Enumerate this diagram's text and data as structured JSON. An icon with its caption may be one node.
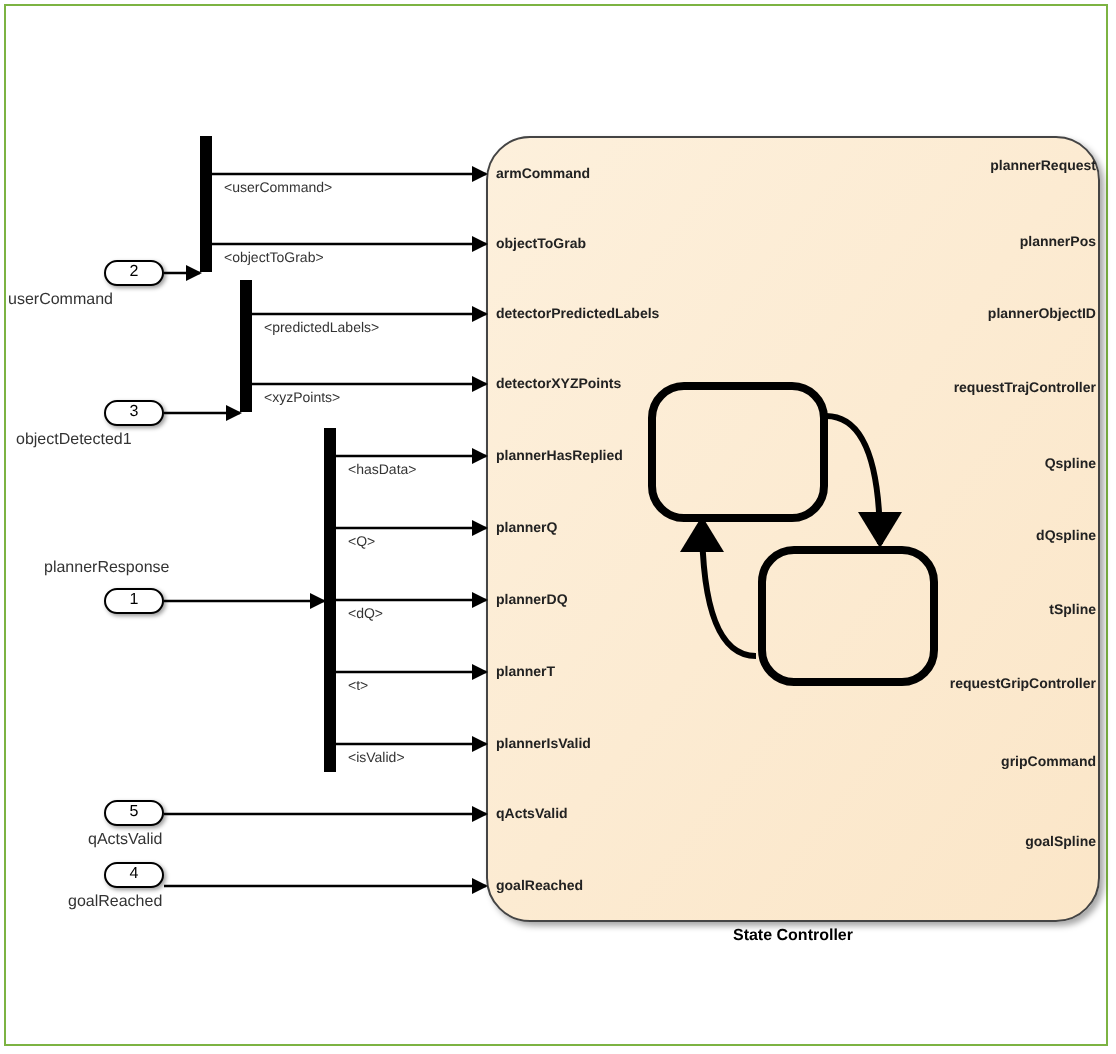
{
  "diagram": {
    "nodes": [
      {
        "text": [
          "2"
        ],
        "beside": [
          "userCommand"
        ]
      },
      {
        "text": [],
        "shape": "bar"
      },
      {
        "text": [
          "3"
        ],
        "beside": [
          "objectDetected1"
        ]
      },
      {
        "text": [],
        "shape": "bar"
      },
      {
        "text": [
          "1"
        ],
        "beside": [
          "plannerResponse"
        ]
      },
      {
        "text": [],
        "shape": "bar"
      },
      {
        "text": [
          "5"
        ],
        "beside": [
          "qActsValid"
        ]
      },
      {
        "text": [
          "4"
        ],
        "beside": [
          "goalReached"
        ]
      },
      {
        "text": [
          "State Controller"
        ]
      },
      {
        "text": [
          "armCommand"
        ],
        "in": 8
      },
      {
        "text": [
          "objectToGrab"
        ],
        "in": 8
      },
      {
        "text": [
          "detectorPredictedLabels"
        ],
        "in": 8
      },
      {
        "text": [
          "detectorXYZPoints"
        ],
        "in": 8
      },
      {
        "text": [
          "plannerHasReplied"
        ],
        "in": 8
      },
      {
        "text": [
          "plannerQ"
        ],
        "in": 8
      },
      {
        "text": [
          "plannerDQ"
        ],
        "in": 8
      },
      {
        "text": [
          "plannerT"
        ],
        "in": 8
      },
      {
        "text": [
          "plannerIsValid"
        ],
        "in": 8
      },
      {
        "text": [
          "qActsValid"
        ],
        "in": 8
      },
      {
        "text": [
          "goalReached"
        ],
        "in": 8
      },
      {
        "text": [
          "plannerRequest"
        ],
        "in": 8
      },
      {
        "text": [
          "plannerPos"
        ],
        "in": 8
      },
      {
        "text": [
          "plannerObjectID"
        ],
        "in": 8
      },
      {
        "text": [
          "requestTrajController"
        ],
        "in": 8
      },
      {
        "text": [
          "Qspline"
        ],
        "in": 8
      },
      {
        "text": [
          "dQspline"
        ],
        "in": 8
      },
      {
        "text": [
          "tSpline"
        ],
        "in": 8
      },
      {
        "text": [
          "requestGripController"
        ],
        "in": 8
      },
      {
        "text": [
          "gripCommand"
        ],
        "in": 8
      },
      {
        "text": [
          "goalSpline"
        ],
        "in": 8
      },
      {
        "text": [],
        "shape": "box",
        "in": 8
      },
      {
        "text": [],
        "shape": "box",
        "in": 8
      }
    ],
    "edges": [
      {
        "from": 0,
        "to": 1,
        "arrow": "to"
      },
      {
        "from": 1,
        "to": 9,
        "arrow": "to",
        "label": "<userCommand>"
      },
      {
        "from": 1,
        "to": 10,
        "arrow": "to",
        "label": "<objectToGrab>"
      },
      {
        "from": 2,
        "to": 3,
        "arrow": "to"
      },
      {
        "from": 3,
        "to": 11,
        "arrow": "to",
        "label": "<predictedLabels>"
      },
      {
        "from": 3,
        "to": 12,
        "arrow": "to",
        "label": "<xyzPoints>"
      },
      {
        "from": 4,
        "to": 5,
        "arrow": "to"
      },
      {
        "from": 5,
        "to": 13,
        "arrow": "to",
        "label": "<hasData>"
      },
      {
        "from": 5,
        "to": 14,
        "arrow": "to",
        "label": "<Q>"
      },
      {
        "from": 5,
        "to": 15,
        "arrow": "to",
        "label": "<dQ>"
      },
      {
        "from": 5,
        "to": 16,
        "arrow": "to",
        "label": "<t>"
      },
      {
        "from": 5,
        "to": 17,
        "arrow": "to",
        "label": "<isValid>"
      },
      {
        "from": 6,
        "to": 18,
        "arrow": "to"
      },
      {
        "from": 7,
        "to": 19,
        "arrow": "to"
      },
      {
        "from": 30,
        "to": 31,
        "arrow": "to",
        "style": "thick"
      },
      {
        "from": 31,
        "to": 30,
        "arrow": "to",
        "style": "thick"
      }
    ]
  }
}
